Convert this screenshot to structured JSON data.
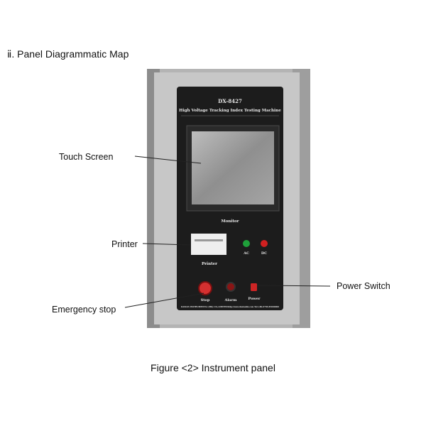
{
  "heading": "ⅱ. Panel Diagrammatic Map",
  "panel": {
    "model": "DX-8427",
    "machine_name": "High Voltage Tracking Index Testing Machine",
    "monitor_label": "Monitor",
    "printer_label": "Printer",
    "ac_label": "AC",
    "dc_label": "DC",
    "stop_label": "Stop",
    "alarm_label": "Alarm",
    "power_label": "Power",
    "footer_left": "DAXIAN INSTRUMENTAL (HK) CO.,LIMITED",
    "footer_right": "http://www.daxianhk.com  Tel:+86-0769-85000000"
  },
  "callouts": {
    "touch_screen": "Touch Screen",
    "printer": "Printer",
    "emergency_stop": "Emergency stop",
    "power_switch": "Power Switch"
  },
  "caption": "Figure <2> Instrument panel",
  "colors": {
    "panel_black": "#1c1c1c",
    "ac_indicator": "#1fa03a",
    "dc_indicator": "#d02020",
    "stop_button": "#d43030"
  }
}
